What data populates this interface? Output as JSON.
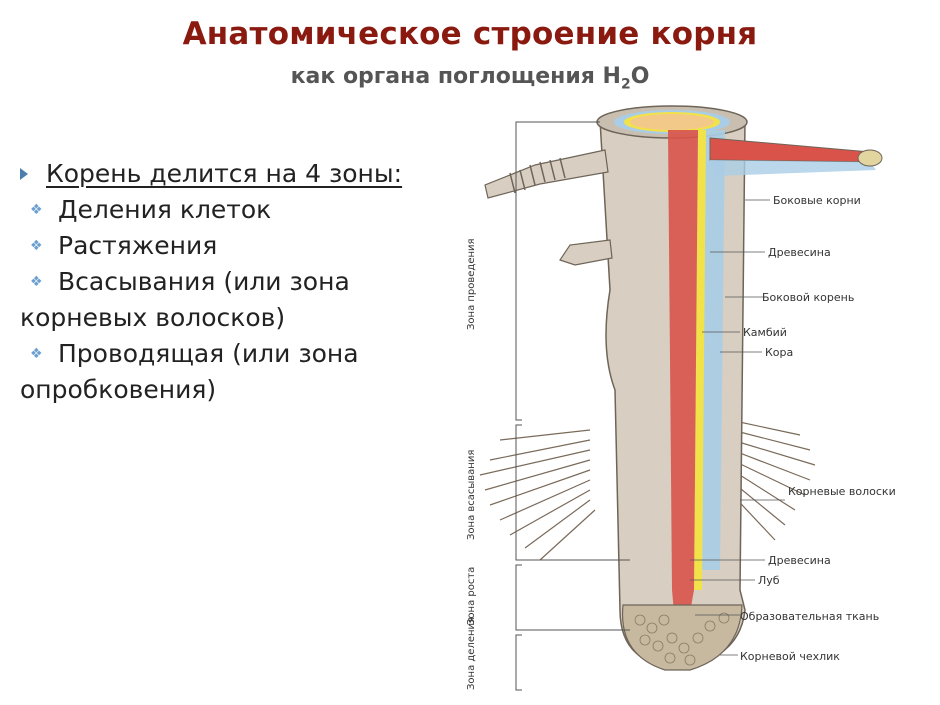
{
  "title": "Анатомическое строение корня",
  "subtitle": {
    "text": "как органа поглощения H",
    "sub": "2",
    "tail": "O"
  },
  "bullets": {
    "main": "Корень делится на 4 зоны:",
    "items": [
      "Деления клеток",
      "Растяжения",
      "Всасывания (или зона корневых волосков)",
      "Проводящая (или зона опробковения)"
    ]
  },
  "diagram": {
    "labels": {
      "lateral_roots": "Боковые корни",
      "wood_top": "Древесина",
      "lateral_root": "Боковой корень",
      "cambium": "Камбий",
      "cortex": "Кора",
      "root_hairs": "Корневые волоски",
      "wood_bottom": "Древесина",
      "phloem": "Луб",
      "meristem": "Образовательная ткань",
      "root_cap": "Корневой чехлик"
    },
    "zones": {
      "conducting": "Зона проведения",
      "absorption": "Зона всасывания",
      "growth": "Зона роста",
      "division": "Зона деления"
    }
  },
  "colors": {
    "title": "#8a1a10",
    "xylem": "#d9534a",
    "cambium": "#f2e24a",
    "cortex": "#a9cde6",
    "root_tissue": "#d8cfc2"
  }
}
